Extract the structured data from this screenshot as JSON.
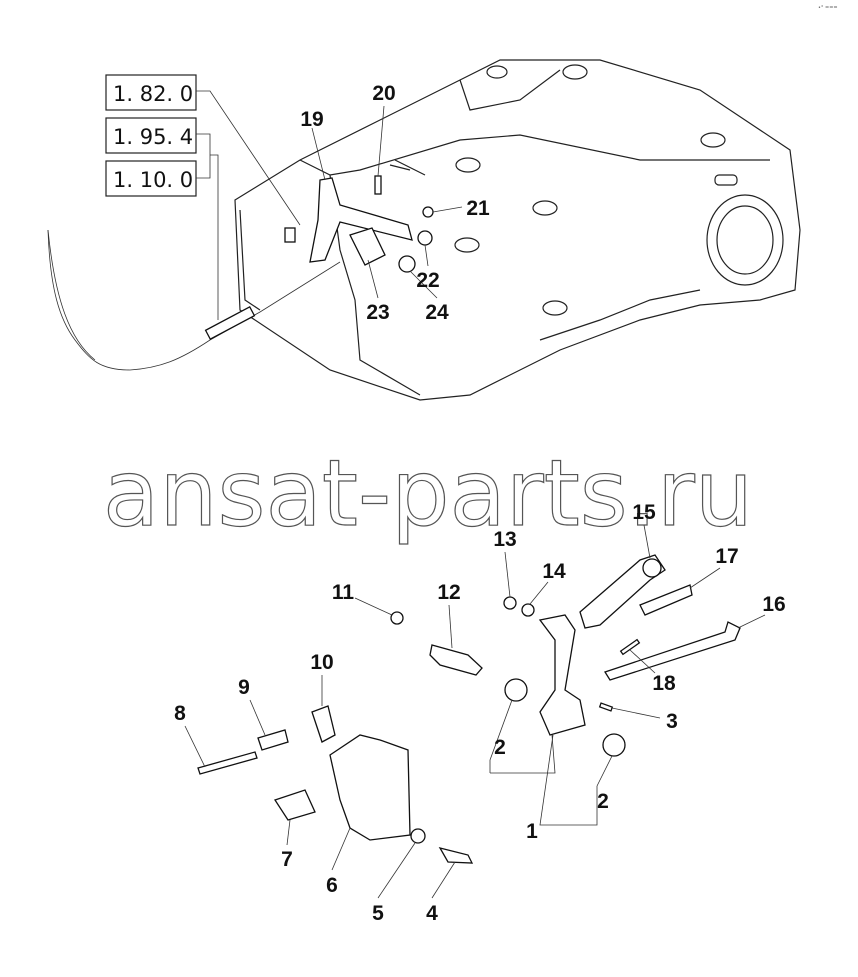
{
  "corner_mark": "•° ===",
  "reference_boxes": [
    "1. 82. 0",
    "1. 95. 4",
    "1. 10. 0"
  ],
  "watermark": "ansat-parts.ru",
  "callouts": {
    "c1": "1",
    "c2a": "2",
    "c2b": "2",
    "c3": "3",
    "c4": "4",
    "c5": "5",
    "c6": "6",
    "c7": "7",
    "c8": "8",
    "c9": "9",
    "c10": "10",
    "c11": "11",
    "c12": "12",
    "c13": "13",
    "c14": "14",
    "c15": "15",
    "c16": "16",
    "c17": "17",
    "c18": "18",
    "c19": "19",
    "c20": "20",
    "c21": "21",
    "c22": "22",
    "c23": "23",
    "c24": "24"
  }
}
